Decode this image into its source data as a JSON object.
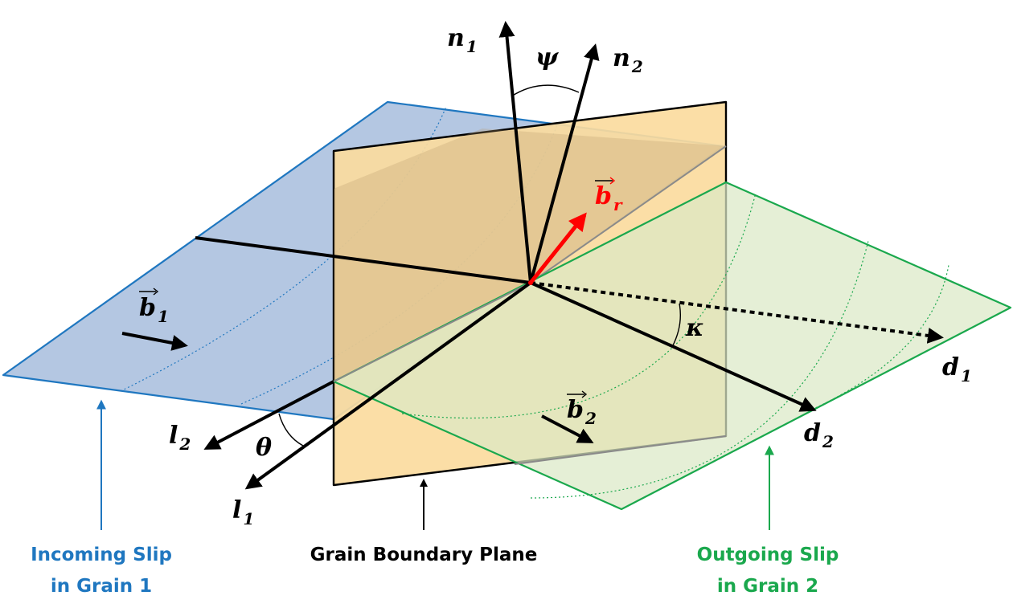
{
  "colors": {
    "incoming": "#1f77c0",
    "incoming_fill": "#b4c7e2",
    "boundary_fill": "#fbdb9e",
    "outgoing": "#1aa84d",
    "outgoing_fill": "#dbe9c6",
    "residual": "#ff0000",
    "line": "#000000"
  },
  "symbols": {
    "n1": {
      "base": "n",
      "sub": "1"
    },
    "n2": {
      "base": "n",
      "sub": "2"
    },
    "psi": "ψ",
    "br": {
      "base": "b",
      "sub": "r"
    },
    "b1": {
      "base": "b",
      "sub": "1"
    },
    "b2": {
      "base": "b",
      "sub": "2"
    },
    "kappa": "κ",
    "d1": {
      "base": "d",
      "sub": "1"
    },
    "d2": {
      "base": "d",
      "sub": "2"
    },
    "l1": {
      "base": "l",
      "sub": "1"
    },
    "l2": {
      "base": "l",
      "sub": "2"
    },
    "theta": "θ"
  },
  "captions": {
    "incoming_line1": "Incoming Slip",
    "incoming_line2": "in Grain 1",
    "boundary": "Grain Boundary Plane",
    "outgoing_line1": "Outgoing Slip",
    "outgoing_line2": "in Grain 2"
  }
}
